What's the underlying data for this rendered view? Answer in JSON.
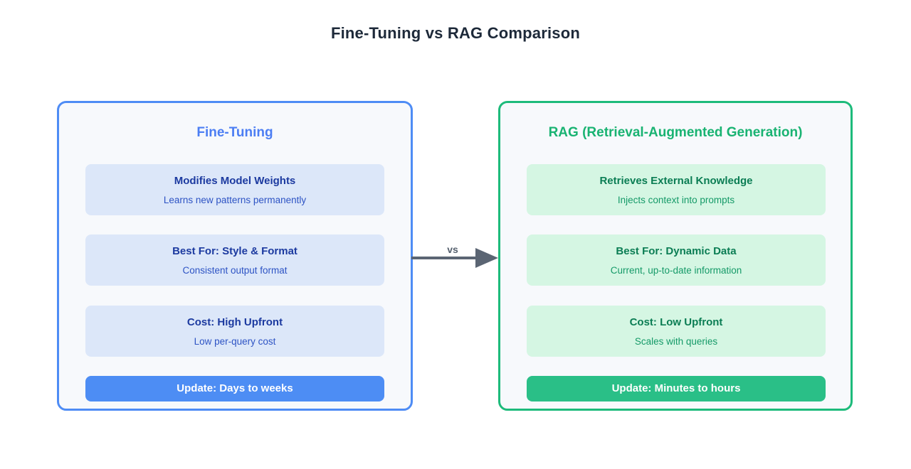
{
  "title": "Fine-Tuning vs RAG Comparison",
  "connector": {
    "label": "vs"
  },
  "colors": {
    "page_background": "#ffffff",
    "title_text": "#1d2939",
    "arrow": "#5b6573",
    "left_accent": "#4e8cf5",
    "left_header_text": "#4c7ef3",
    "left_card_background": "#dce7f9",
    "left_card_heading": "#1c3aa0",
    "left_card_subtitle": "#2d53c4",
    "left_button_background": "#4d8df4",
    "right_accent": "#1dbb7b",
    "right_header_text": "#19b372",
    "right_card_background": "#d5f6e3",
    "right_card_heading": "#0b7d54",
    "right_card_subtitle": "#159a68",
    "right_button_background": "#2abf87",
    "panel_background": "#f7f9fc"
  },
  "panels": [
    {
      "title": "Fine-Tuning",
      "cards": [
        {
          "heading": "Modifies Model Weights",
          "subtitle": "Learns new patterns permanently"
        },
        {
          "heading": "Best For: Style & Format",
          "subtitle": "Consistent output format"
        },
        {
          "heading": "Cost: High Upfront",
          "subtitle": "Low per-query cost"
        }
      ],
      "update_label": "Update: Days to weeks"
    },
    {
      "title": "RAG (Retrieval-Augmented Generation)",
      "cards": [
        {
          "heading": "Retrieves External Knowledge",
          "subtitle": "Injects context into prompts"
        },
        {
          "heading": "Best For: Dynamic Data",
          "subtitle": "Current, up-to-date information"
        },
        {
          "heading": "Cost: Low Upfront",
          "subtitle": "Scales with queries"
        }
      ],
      "update_label": "Update: Minutes to hours"
    }
  ]
}
